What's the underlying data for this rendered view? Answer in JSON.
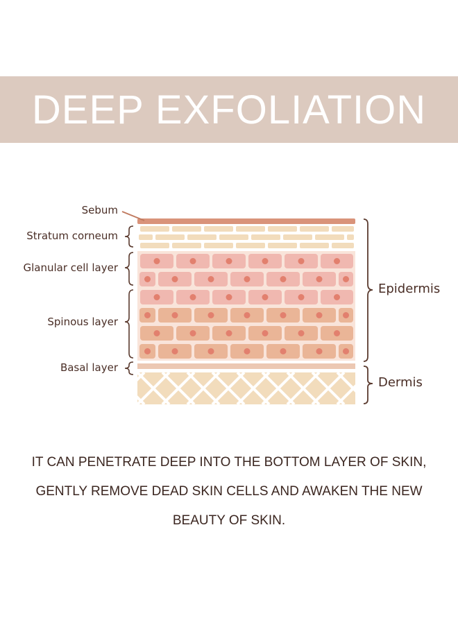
{
  "banner": {
    "title": "DEEP EXFOLIATION"
  },
  "diagram": {
    "layers": {
      "sebum": "Sebum",
      "stratum_corneum": "Stratum corneum",
      "granular": "Glanular cell layer",
      "spinous": "Spinous layer",
      "basal": "Basal layer"
    },
    "regions": {
      "epidermis": "Epidermis",
      "dermis": "Dermis"
    },
    "colors": {
      "sebum": "#d9937a",
      "corneum": "#f2dcbc",
      "granular_cell": "#f0b8b0",
      "spinous_cell": "#eab597",
      "nucleus": "#e2806e",
      "dermis": "#f2dcbc",
      "bracket": "#5a3a2e"
    }
  },
  "description": {
    "line1": "IT CAN PENETRATE DEEP INTO THE BOTTOM LAYER OF SKIN,",
    "line2": "GENTLY REMOVE DEAD SKIN CELLS AND AWAKEN THE NEW",
    "line3": "BEAUTY OF SKIN."
  }
}
